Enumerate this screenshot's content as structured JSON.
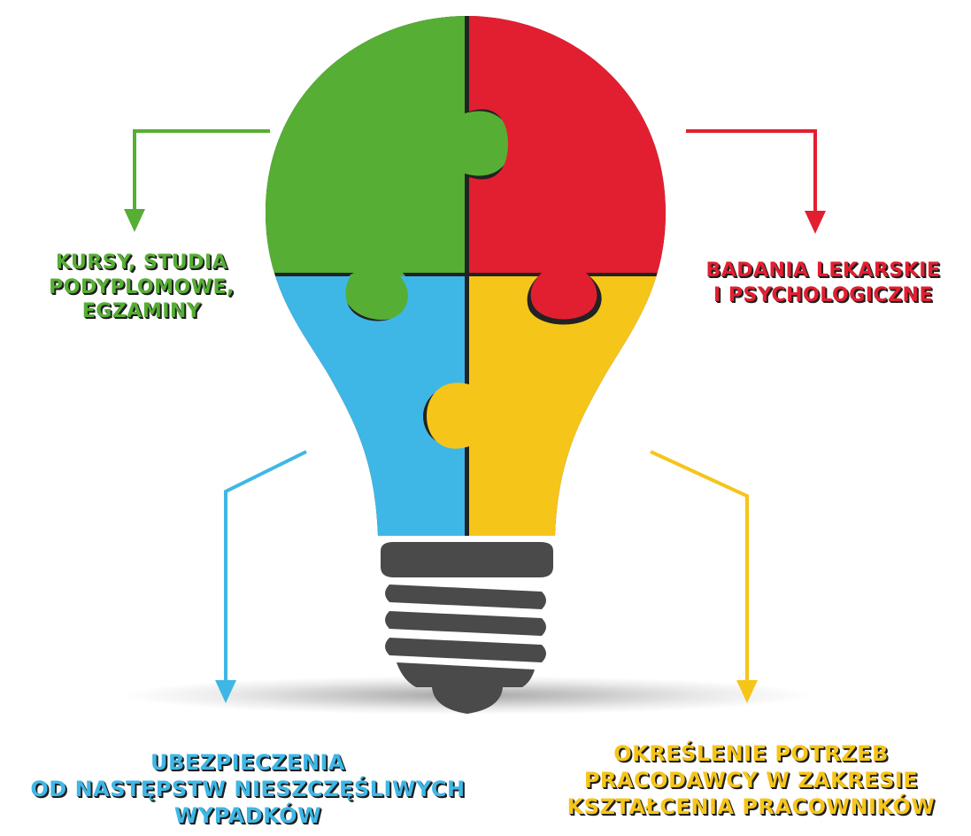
{
  "colors": {
    "green": "#56ae34",
    "red": "#e21f30",
    "blue": "#3fb7e6",
    "yellow": "#f6c51a",
    "base": "#4a4a4a"
  },
  "labels": {
    "top_left": [
      "KURSY, STUDIA",
      "PODYPLOMOWE,",
      "EGZAMINY"
    ],
    "top_right": [
      "BADANIA LEKARSKIE",
      "I PSYCHOLOGICZNE"
    ],
    "bottom_left": [
      "UBEZPIECZENIA",
      "OD NASTĘPSTW NIESZCZĘŚLIWYCH",
      "WYPADKÓW"
    ],
    "bottom_right": [
      "OKREŚLENIE POTRZEB",
      "PRACODAWCY W ZAKRESIE",
      "KSZTAŁCENIA PRACOWNIKÓW"
    ]
  }
}
